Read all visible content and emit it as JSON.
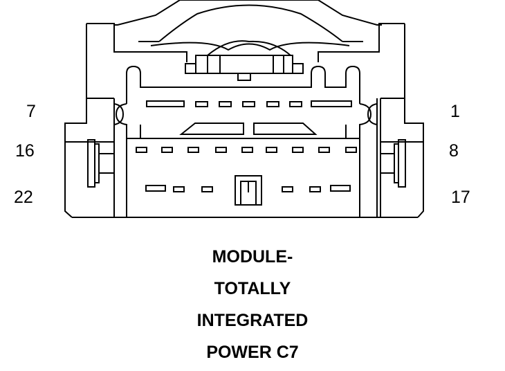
{
  "pin_labels": {
    "left_top": "7",
    "left_middle": "16",
    "left_bottom": "22",
    "right_top": "1",
    "right_middle": "8",
    "right_bottom": "17"
  },
  "caption": {
    "line1": "MODULE-",
    "line2": "TOTALLY",
    "line3": "INTEGRATED",
    "line4": "POWER C7"
  },
  "colors": {
    "line": "#000000",
    "background": "#ffffff"
  }
}
